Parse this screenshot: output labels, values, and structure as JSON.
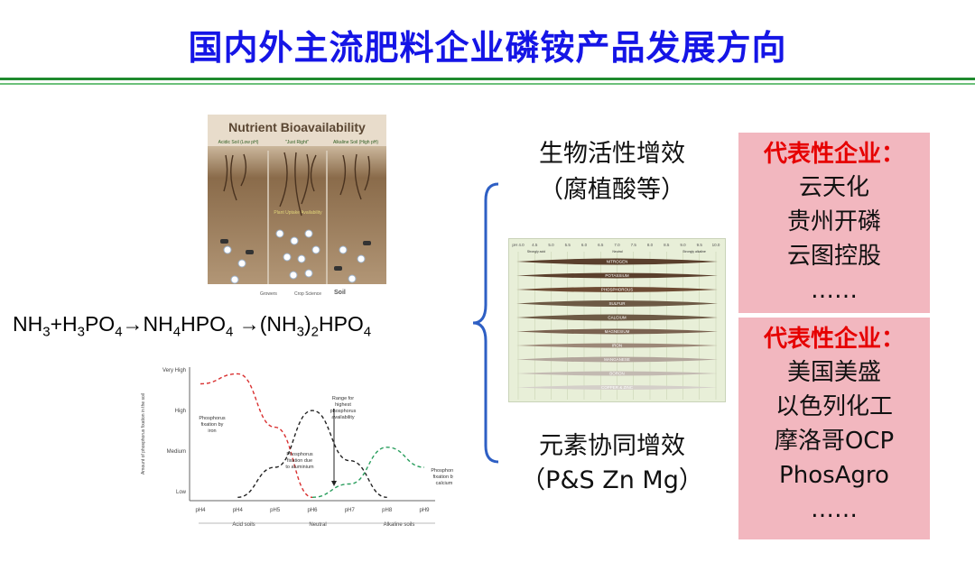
{
  "slide": {
    "title": "国内外主流肥料企业磷铵产品发展方向",
    "equation": {
      "p1": "NH",
      "s1": "3",
      "p2": "+H",
      "s2": "3",
      "p3": "PO",
      "s3": "4",
      "p4": "→NH",
      "s4": "4",
      "p5": "HPO",
      "s5": "4",
      "p6": " →(NH",
      "s6": "3",
      "p7": ")",
      "s7": "2",
      "p8": "HPO",
      "s8": "4"
    },
    "left_image": {
      "title": "Nutrient Bioavailability",
      "col1": "Acidic Soil (Low pH)",
      "col2": "\"Just Right\"",
      "col3": "Alkaline Soil (High pH)",
      "mid_label": "Plant Uptake Availability",
      "foot1": "Growers",
      "foot2": "Crop Science",
      "foot3": "Soil"
    },
    "center": {
      "top_line1": "生物活性增效",
      "top_line2": "（腐植酸等）",
      "bottom_line1": "元素协同增效",
      "bottom_line2": "（P&S Zn Mg）"
    },
    "nutrient_chart": {
      "ph_ticks": [
        "pH 4.0",
        "4.5",
        "5.0",
        "5.5",
        "6.0",
        "6.5",
        "7.0",
        "7.5",
        "8.0",
        "8.5",
        "9.0",
        "9.5",
        "10.0"
      ],
      "head_left": "Strongly acid",
      "head_mid": "Neutral",
      "head_right": "Strongly alkaline",
      "nutrients": [
        "NITROGEN",
        "POTASSIUM",
        "PHOSPHOROUS",
        "SULFUR",
        "CALCIUM",
        "MAGNESIUM",
        "IRON",
        "MANGANESE",
        "BORON",
        "COPPER & ZINC"
      ]
    },
    "cards": [
      {
        "heading": "代表性企业：",
        "items": [
          "云天化",
          "贵州开磷",
          "云图控股",
          "……"
        ]
      },
      {
        "heading": "代表性企业：",
        "items": [
          "美国美盛",
          "以色列化工",
          "摩洛哥OCP",
          "PhosAgro",
          "……"
        ]
      }
    ]
  },
  "chart_data": {
    "type": "line",
    "x": [
      "pH4",
      "pH4",
      "pH5",
      "pH6",
      "pH7",
      "pH8",
      "pH9"
    ],
    "yticks": [
      "Very High",
      "High",
      "Medium",
      "Low"
    ],
    "ylabel": "Amount of phosphorus fixation in the soil",
    "xgroups": [
      "Acid soils",
      "Neutral",
      "Alkaline soils"
    ],
    "annotations": [
      "Phosphorus fixation by iron",
      "Phosphorus fixation due to aluminium",
      "Phosphorus fixation by calcium",
      "Range for highest phosphorus availability"
    ],
    "series": [
      {
        "color": "#d93030",
        "values": [
          3.5,
          3.8,
          2.2,
          0.1
        ]
      },
      {
        "color": "#222222",
        "values": [
          0.1,
          1.0,
          2.7,
          1.2,
          0.1
        ]
      },
      {
        "color": "#2a9e5e",
        "values": [
          0.1,
          0.5,
          1.6,
          1.0
        ]
      }
    ]
  }
}
